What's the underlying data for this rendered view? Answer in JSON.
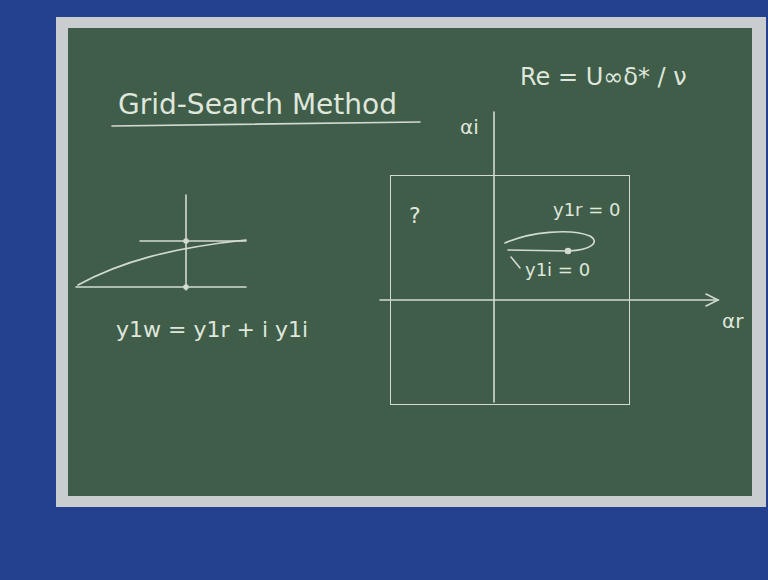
{
  "diagram": {
    "title": "Grid-Search Method",
    "nodes": [
      {
        "text": [
          "?",
          "y1r = 0",
          "y1i = 0"
        ]
      }
    ],
    "labels": [
      "Re = U∞δ* / ν",
      "αi",
      "αr",
      "y1w = y1r + i y1i"
    ]
  }
}
